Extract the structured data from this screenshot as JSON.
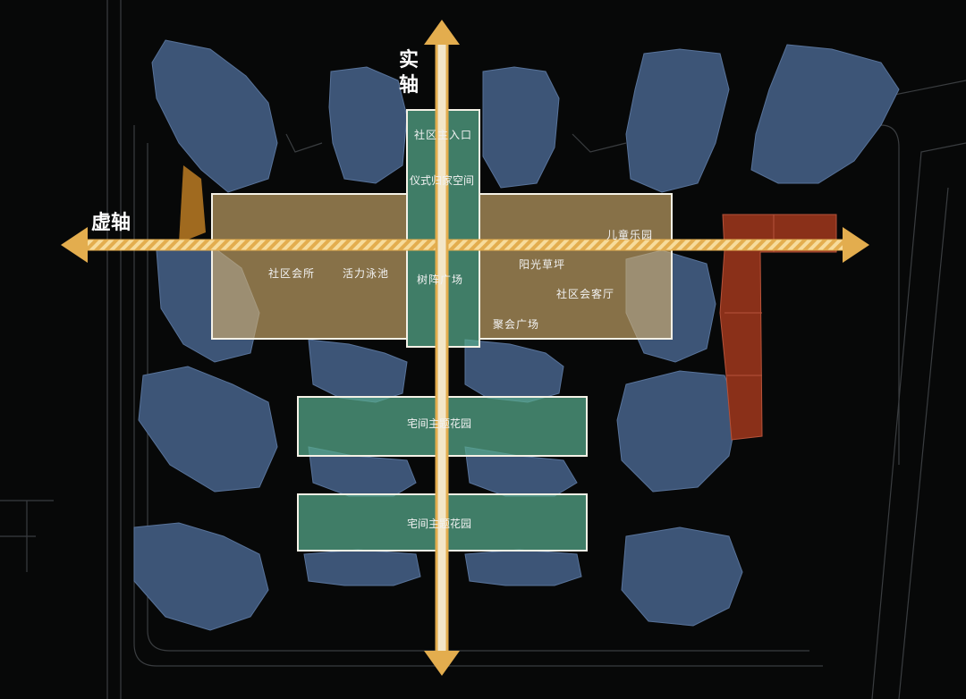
{
  "axes": {
    "real_axis_label": "实轴",
    "virtual_axis_label": "虚轴"
  },
  "zones": {
    "main_entrance": "社区主入口",
    "ceremonial_homecoming": "仪式归家空间",
    "tree_plaza": "树阵广场",
    "clubhouse": "社区会所",
    "pool": "活力泳池",
    "kids_play": "儿童乐园",
    "sunny_lawn": "阳光草坪",
    "community_lounge": "社区会客厅",
    "gathering_plaza": "聚会广场",
    "garden_1": "宅间主题花园",
    "garden_2": "宅间主题花园"
  },
  "colors": {
    "background": "#070808",
    "building": "#3d5577",
    "warm_zone": "#d6b270",
    "teal_zone": "#58aa8c",
    "axis": "#e3ad4e",
    "commercial": "#8a3019"
  }
}
